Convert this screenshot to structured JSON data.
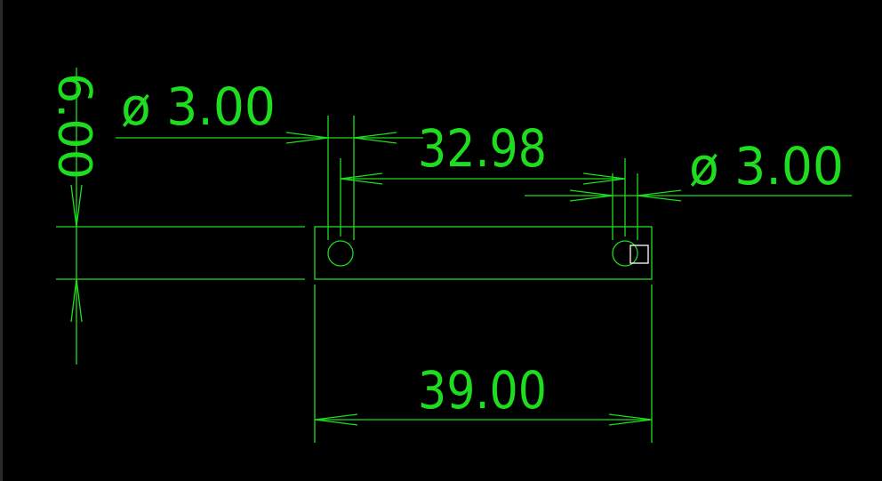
{
  "theme": {
    "background": "#000000",
    "line_color": "#1edc1e",
    "cursor_color": "#ffffff"
  },
  "dimensions": {
    "height_label": "6.00",
    "left_hole_diameter": "ø 3.00",
    "hole_spacing": "32.98",
    "right_hole_diameter": "ø 3.00",
    "overall_width": "39.00"
  },
  "cursor": {
    "icon": "pick-box-cursor-icon"
  }
}
